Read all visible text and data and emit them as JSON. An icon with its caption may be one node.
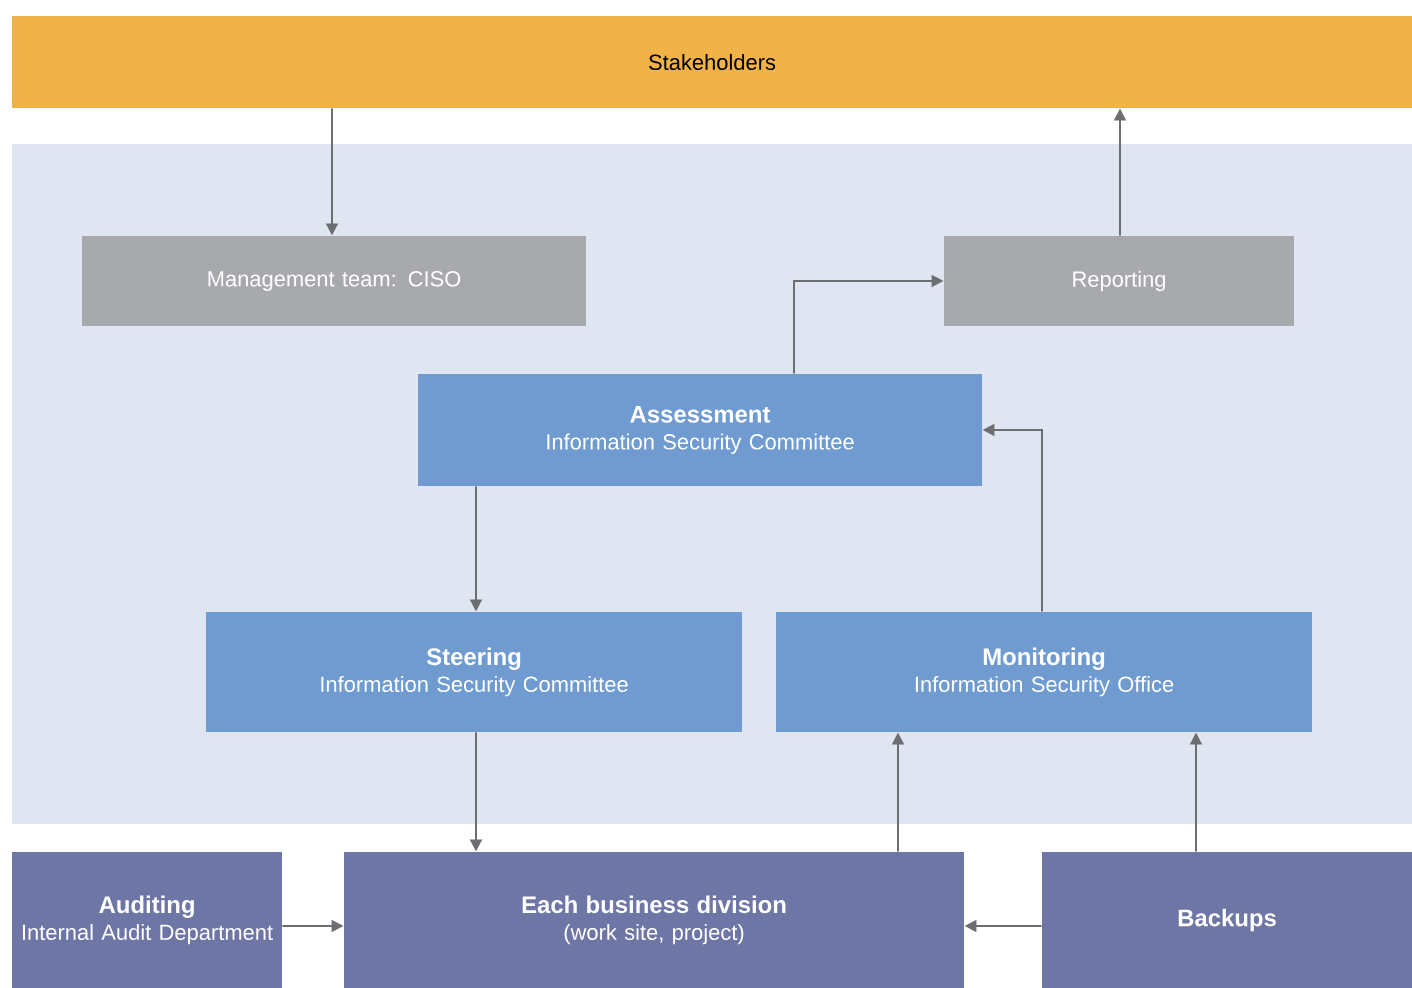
{
  "diagram": {
    "nodes": [
      {
        "text": [
          "Stakeholders"
        ]
      },
      {
        "text": [
          "Management team: CISO"
        ]
      },
      {
        "text": [
          "Reporting"
        ]
      },
      {
        "text": [
          "Assessment",
          "Information Security Committee"
        ]
      },
      {
        "text": [
          "Steering",
          "Information Security Committee"
        ]
      },
      {
        "text": [
          "Monitoring",
          "Information Security Office"
        ]
      },
      {
        "text": [
          "Auditing",
          "Internal Audit Department"
        ]
      },
      {
        "text": [
          "Each business division",
          "(work site, project)"
        ]
      },
      {
        "text": [
          "Backups"
        ]
      }
    ],
    "edges": [
      {
        "from": 0,
        "to": 1,
        "arrow": "to"
      },
      {
        "from": 3,
        "to": 2,
        "arrow": "to"
      },
      {
        "from": 2,
        "to": 0,
        "arrow": "to"
      },
      {
        "from": 5,
        "to": 3,
        "arrow": "to"
      },
      {
        "from": 3,
        "to": 4,
        "arrow": "to"
      },
      {
        "from": 4,
        "to": 7,
        "arrow": "to"
      },
      {
        "from": 7,
        "to": 5,
        "arrow": "to"
      },
      {
        "from": 8,
        "to": 5,
        "arrow": "to"
      },
      {
        "from": 6,
        "to": 7,
        "arrow": "to"
      },
      {
        "from": 8,
        "to": 7,
        "arrow": "to"
      }
    ]
  }
}
